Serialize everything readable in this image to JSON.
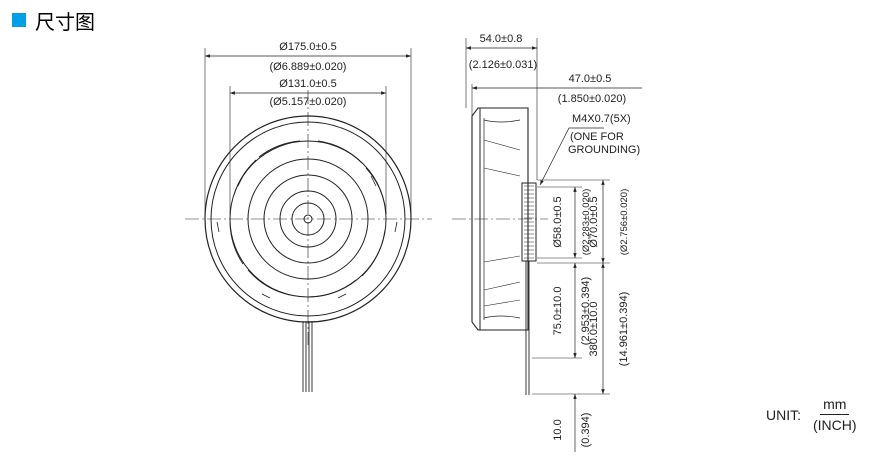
{
  "header": {
    "title": "尺寸图",
    "accent_color": "#00a0e9",
    "icon": "blue-square-icon"
  },
  "dims": {
    "d_outer_mm": "Ø175.0±0.5",
    "d_outer_in": "(Ø6.889±0.020)",
    "d_inner_mm": "Ø131.0±0.5",
    "d_inner_in": "(Ø5.157±0.020)",
    "width_mm": "54.0±0.8",
    "width_in": "(2.126±0.031)",
    "depth_mm": "47.0±0.5",
    "depth_in": "(1.850±0.020)",
    "screw": "M4X0.7(5X)",
    "screw_note_1": "(ONE FOR",
    "screw_note_2": "GROUNDING)",
    "d58_mm": "Ø58.0±0.5",
    "d58_in": "(Ø2.283±0.020)",
    "d70_mm": "Ø70.0±0.5",
    "d70_in": "(Ø2.756±0.020)",
    "l75_mm": "75.0±10.0",
    "l75_in": "(2.953±0.394)",
    "l380_mm": "380.0±10.0",
    "l380_in": "(14.961±0.394)",
    "l10_mm": "10.0",
    "l10_in": "(0.394)"
  },
  "unit": {
    "label": "UNIT:",
    "numerator": "mm",
    "denominator": "(INCH)"
  }
}
